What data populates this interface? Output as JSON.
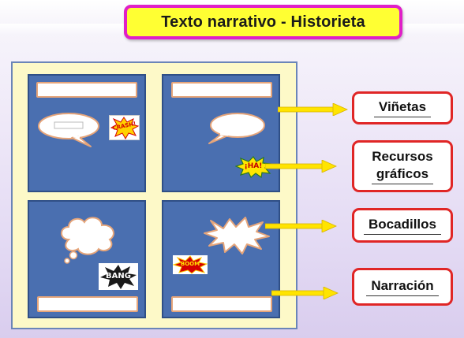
{
  "title": "Texto  narrativo - Historieta",
  "labels": {
    "vinetas": "Viñetas",
    "recursos_line1": "Recursos",
    "recursos_line2": "gráficos",
    "bocadillos": "Bocadillos",
    "narracion": "Narración"
  },
  "sound_effects": {
    "crash": "CRASH!",
    "iha": "¡HA!",
    "bang": "BANG",
    "boom": "BOOM"
  },
  "colors": {
    "title_bg": "#ffff33",
    "title_border": "#e020c8",
    "board_bg": "#fdf9c8",
    "panel_bg": "#4a6fb0",
    "label_border": "#e02626",
    "arrow": "#ffe400"
  }
}
